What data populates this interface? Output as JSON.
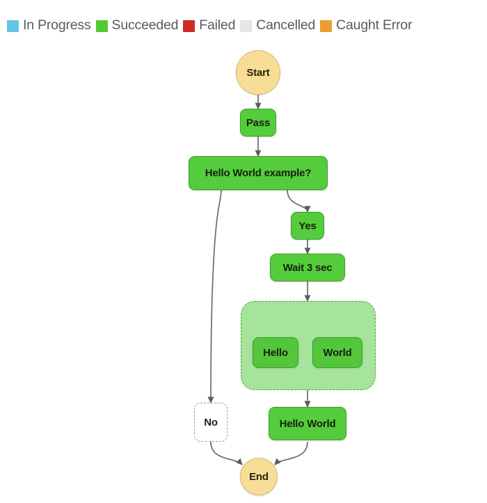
{
  "legend": {
    "name": "execution-status-legend",
    "items": [
      {
        "label": "In Progress",
        "color": "#62c5e6"
      },
      {
        "label": "Succeeded",
        "color": "#4ecb32"
      },
      {
        "label": "Failed",
        "color": "#ce2b26"
      },
      {
        "label": "Cancelled",
        "color": "#e6e6e6"
      },
      {
        "label": "Caught Error",
        "color": "#ee9c30"
      }
    ]
  },
  "graph": {
    "nodes": [
      {
        "id": "start",
        "label": "Start",
        "type": "terminal",
        "status": "Succeeded"
      },
      {
        "id": "pass",
        "label": "Pass",
        "type": "task",
        "status": "Succeeded"
      },
      {
        "id": "choice",
        "label": "Hello World example?",
        "type": "task",
        "status": "Succeeded"
      },
      {
        "id": "yes",
        "label": "Yes",
        "type": "task",
        "status": "Succeeded"
      },
      {
        "id": "wait",
        "label": "Wait 3 sec",
        "type": "task",
        "status": "Succeeded"
      },
      {
        "id": "hello",
        "label": "Hello",
        "type": "task",
        "status": "Succeeded"
      },
      {
        "id": "world",
        "label": "World",
        "type": "task",
        "status": "Succeeded"
      },
      {
        "id": "no",
        "label": "No",
        "type": "skipped",
        "status": "Cancelled"
      },
      {
        "id": "helloworld",
        "label": "Hello World",
        "type": "task",
        "status": "Succeeded"
      },
      {
        "id": "end",
        "label": "End",
        "type": "terminal",
        "status": "Succeeded"
      }
    ],
    "parallel_group": {
      "id": "parallel-branch-group",
      "children": [
        "hello",
        "world"
      ]
    },
    "edges": [
      {
        "from": "start",
        "to": "pass"
      },
      {
        "from": "pass",
        "to": "choice"
      },
      {
        "from": "choice",
        "to": "yes"
      },
      {
        "from": "choice",
        "to": "no"
      },
      {
        "from": "yes",
        "to": "wait"
      },
      {
        "from": "wait",
        "to": "parallel-branch-group"
      },
      {
        "from": "parallel",
        "to": "hello"
      },
      {
        "from": "parallel",
        "to": "world"
      },
      {
        "from": "parallel-branch-group",
        "to": "helloworld"
      },
      {
        "from": "no",
        "to": "end"
      },
      {
        "from": "helloworld",
        "to": "end"
      }
    ]
  }
}
